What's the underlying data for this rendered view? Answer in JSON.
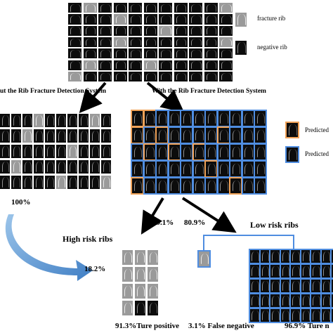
{
  "legend": {
    "fracture_label": "fracture rib",
    "negative_label": "negative rib",
    "predicted_high_label": "Predicted",
    "predicted_low_label": "Predicted"
  },
  "branches": {
    "without_label": "ut the Rib Fracture Detection System",
    "with_label": "With the Rib Fracture Detection System"
  },
  "stats": {
    "left_percent": "100%",
    "left_review_percent": "18.2%",
    "high_percent": "19.1%",
    "low_percent": "80.9%",
    "high_label": "High risk ribs",
    "low_label": "Low risk ribs",
    "true_positive": "91.3%Ture positive",
    "false_negative": "3.1% False negative",
    "true_negative": "96.9% Ture n"
  },
  "grids": {
    "top": {
      "rows": [
        "NFNNNNNNNNF",
        "NNNFNNNNNNN",
        "NNNNNNFNNNN",
        "NNNFNNNNNNF",
        "NNNNNNNNNNN",
        "NFNNNFNNNNN",
        "FNNNNNNNNNN"
      ]
    },
    "left": {
      "rows": [
        "NNNFNNNNFN",
        "NNFNNNNNNN",
        "NNNNNNFNNN",
        "NFNNNNNNNN",
        "NNNNNFNNNF"
      ]
    },
    "middle": {
      "rows": [
        "OOBBBBBBBBB",
        "OBOBBBBOBBB",
        "BOBOBOBBBBB",
        "BBBBBBOBBBB",
        "OBBBBBBBOBB"
      ]
    },
    "high": {
      "rows": [
        "FFF",
        "FFF",
        "FFF",
        "FNN"
      ]
    },
    "low": {
      "rows": [
        "NNNNNNNNN",
        "NNNNNNNNN",
        "NNNNNNNNN",
        "NNNNNNNNN",
        "NNNNNNNNN"
      ]
    }
  },
  "colors": {
    "orange_frame": "#f0a258",
    "blue_frame": "#4f8de0",
    "arrow_blue": "#4a86c8",
    "arrow_black": "#000000"
  }
}
